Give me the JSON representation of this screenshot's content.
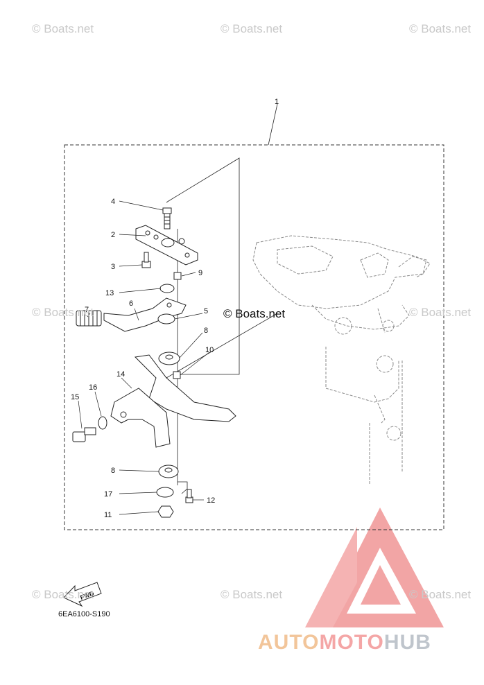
{
  "watermarks": {
    "corner": "© Boats.net",
    "center": "© Boats.net"
  },
  "callouts": [
    "1",
    "2",
    "3",
    "4",
    "5",
    "6",
    "7",
    "8",
    "8",
    "9",
    "10",
    "11",
    "12",
    "13",
    "14",
    "15",
    "16",
    "17"
  ],
  "fwd_label": "FWD",
  "diagram_code": "6EA6100-S190",
  "brand": {
    "part1": "AUTO",
    "part2": "MOTO",
    "part3": "HUB"
  },
  "colors": {
    "line": "#222222",
    "ghost": "#8a8a8a",
    "logo_red": "#ee8a8a",
    "logo_orange": "#f2c59a",
    "watermark": "#c9c9c9"
  }
}
